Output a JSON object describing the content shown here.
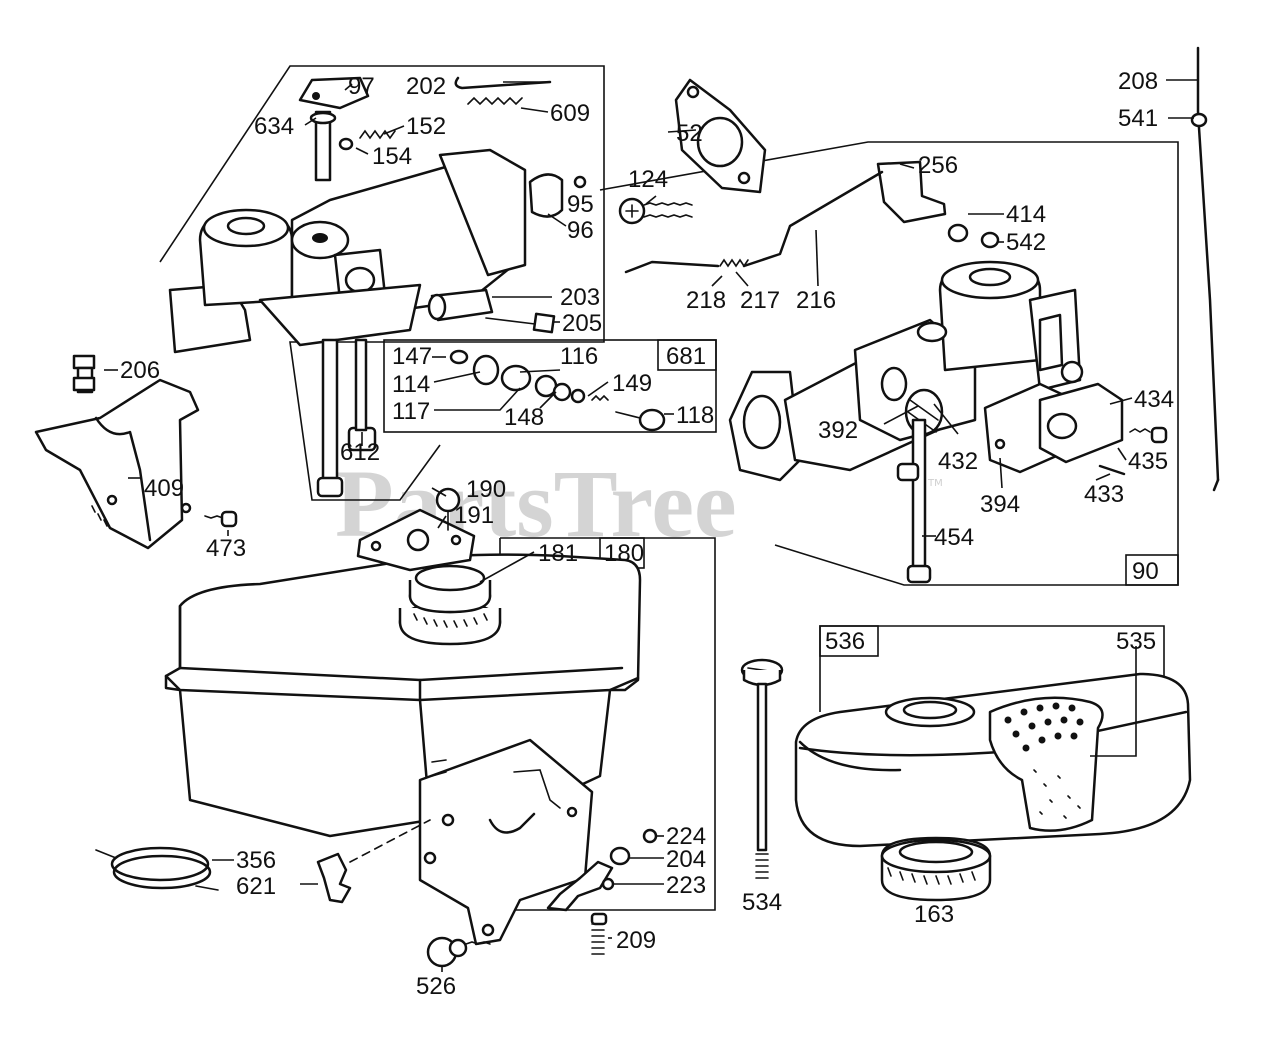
{
  "watermark": {
    "text": "PartsTree",
    "tm": "TM"
  },
  "colors": {
    "ink": "#111111",
    "watermark": "#d4d4d4",
    "background": "#ffffff"
  },
  "labels": {
    "l97": "97",
    "l202": "202",
    "l609": "609",
    "l634": "634",
    "l152": "152",
    "l154": "154",
    "l52": "52",
    "l124": "124",
    "l95": "95",
    "l96": "96",
    "l208": "208",
    "l541": "541",
    "l256": "256",
    "l414": "414",
    "l542": "542",
    "l218": "218",
    "l217": "217",
    "l216": "216",
    "l203": "203",
    "l205": "205",
    "l206": "206",
    "l147": "147",
    "l116": "116",
    "l681": "681",
    "l114": "114",
    "l149": "149",
    "l117": "117",
    "l148": "148",
    "l118": "118",
    "l612": "612",
    "l409": "409",
    "l473": "473",
    "l392": "392",
    "l432": "432",
    "l434": "434",
    "l435": "435",
    "l394": "394",
    "l433": "433",
    "l190": "190",
    "l191": "191",
    "l454": "454",
    "l181": "181",
    "l180": "180",
    "l90": "90",
    "l536": "536",
    "l535": "535",
    "l356": "356",
    "l621": "621",
    "l224": "224",
    "l204": "204",
    "l223": "223",
    "l209": "209",
    "l526": "526",
    "l534": "534",
    "l163": "163"
  }
}
